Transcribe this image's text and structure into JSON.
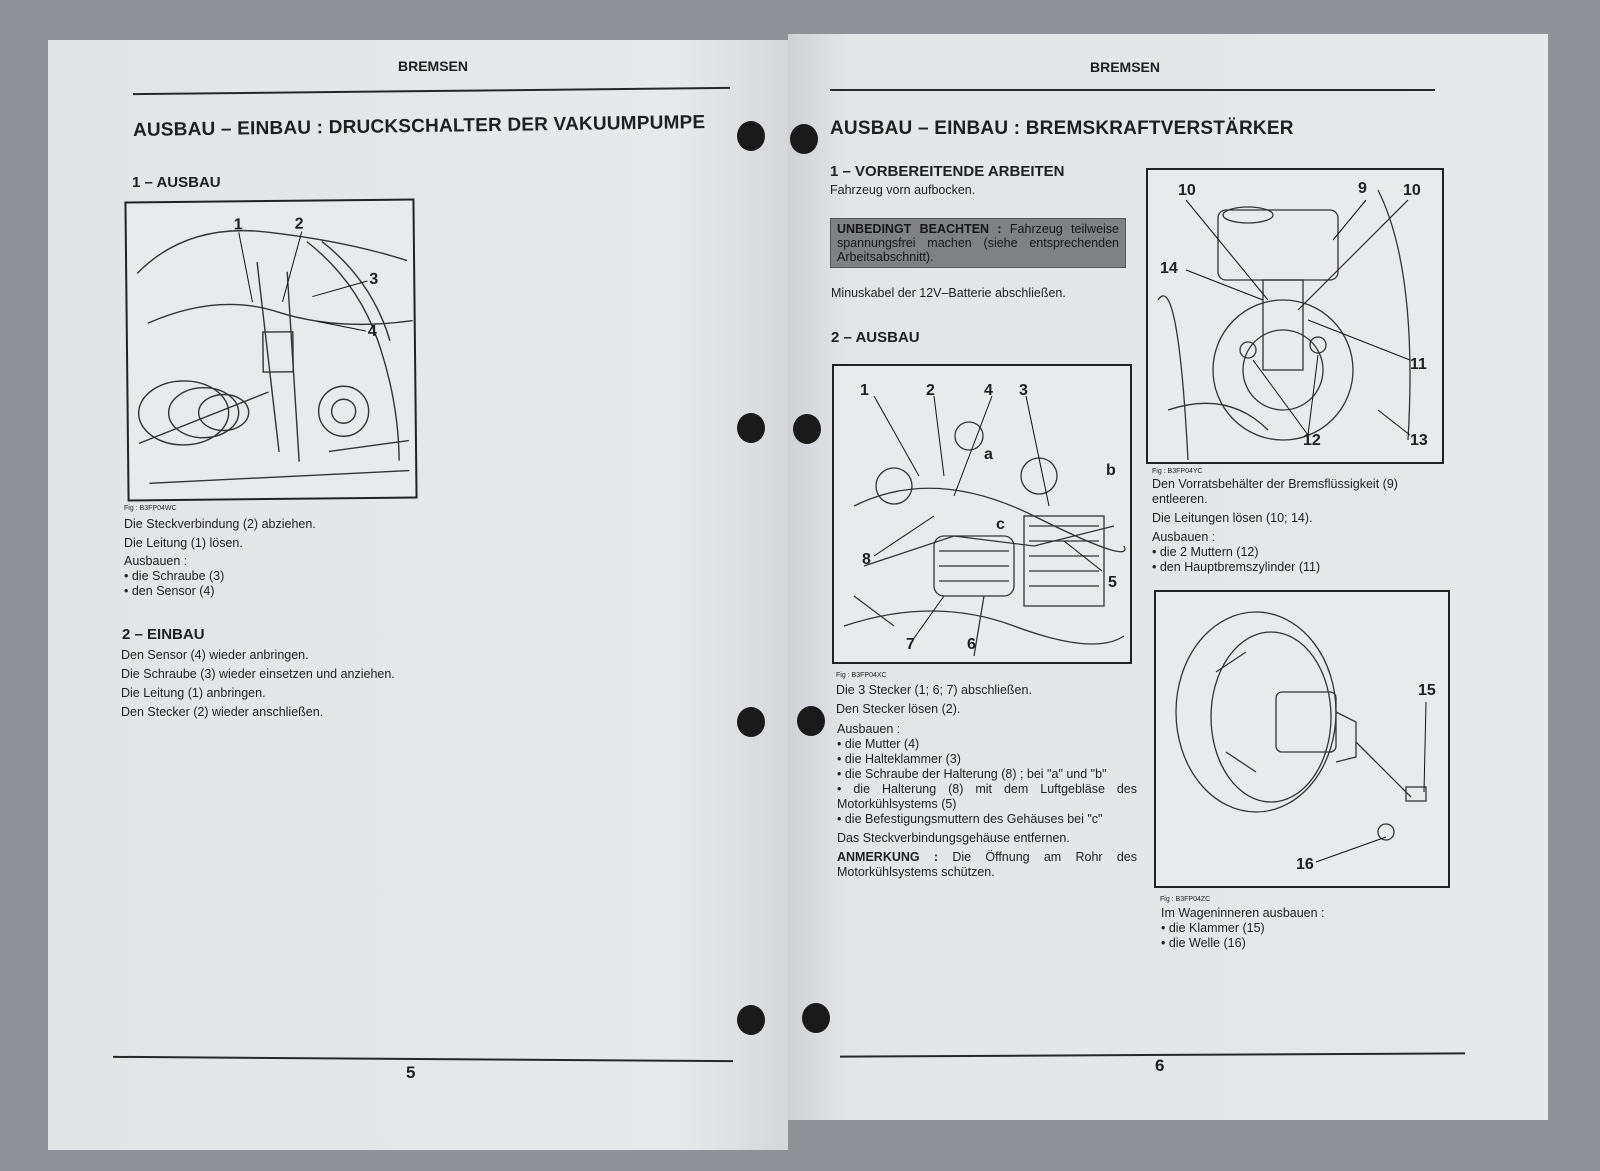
{
  "left_page": {
    "header": "BREMSEN",
    "title": "AUSBAU – EINBAU : DRUCKSCHALTER DER VAKUUMPUMPE",
    "section1": "1 – AUSBAU",
    "figure": {
      "caption": "Fig : B3FP04WC",
      "callouts": [
        "1",
        "2",
        "3",
        "4"
      ]
    },
    "steps": [
      "Die Steckverbindung (2) abziehen.",
      "Die Leitung (1) lösen."
    ],
    "remove_label": "Ausbauen :",
    "remove_items": [
      "die Schraube (3)",
      "den Sensor (4)"
    ],
    "section2": "2 – EINBAU",
    "install_steps": [
      "Den Sensor (4) wieder anbringen.",
      "Die Schraube (3) wieder einsetzen und anziehen.",
      "Die Leitung (1) anbringen.",
      "Den Stecker (2) wieder anschließen."
    ],
    "page_number": "5"
  },
  "right_page": {
    "header": "BREMSEN",
    "title": "AUSBAU – EINBAU : BREMSKRAFTVERSTÄRKER",
    "section1": "1 – VORBEREITENDE ARBEITEN",
    "prep": "Fahrzeug vorn aufbocken.",
    "note_label": "UNBEDINGT BEACHTEN :",
    "note_text": "Fahrzeug teilweise spannungsfrei machen (siehe entsprechenden Arbeitsabschnitt).",
    "battery": "Minuskabel der 12V–Batterie abschließen.",
    "section2": "2 – AUSBAU",
    "figure_x": {
      "caption": "Fig : B3FP04XC",
      "callouts": [
        "1",
        "2",
        "4",
        "3",
        "a",
        "b",
        "c",
        "8",
        "5",
        "7",
        "6"
      ]
    },
    "steps_x": [
      "Die 3 Stecker (1; 6; 7) abschließen.",
      "Den Stecker lösen (2)."
    ],
    "remove_label_x": "Ausbauen :",
    "remove_items_x": [
      "die Mutter (4)",
      "die Halteklammer (3)",
      "die Schraube der Halterung (8) ; bei \"a\" und \"b\"",
      "die Halterung (8) mit dem Luftgebläse des Motorkühlsystems (5)",
      "die Befestigungsmuttern des Gehäuses bei \"c\""
    ],
    "housing": "Das Steckverbindungsgehäuse entfernen.",
    "remark_label": "ANMERKUNG :",
    "remark_text": "Die Öffnung am Rohr des Motorkühlsystems schützen.",
    "figure_y": {
      "caption": "Fig : B3FP04YC",
      "callouts": [
        "10",
        "9",
        "10",
        "14",
        "11",
        "12",
        "13"
      ]
    },
    "steps_y": [
      "Den Vorratsbehälter der Bremsflüssigkeit (9) entleeren.",
      "Die Leitungen lösen (10; 14)."
    ],
    "remove_label_y": "Ausbauen :",
    "remove_items_y": [
      "die 2 Muttern (12)",
      "den Hauptbremszylinder (11)"
    ],
    "figure_z": {
      "caption": "Fig : B3FP04ZC",
      "callouts": [
        "15",
        "16"
      ]
    },
    "interior_label": "Im Wageninneren ausbauen :",
    "interior_items": [
      "die Klammer (15)",
      "die Welle (16)"
    ],
    "page_number": "6"
  }
}
